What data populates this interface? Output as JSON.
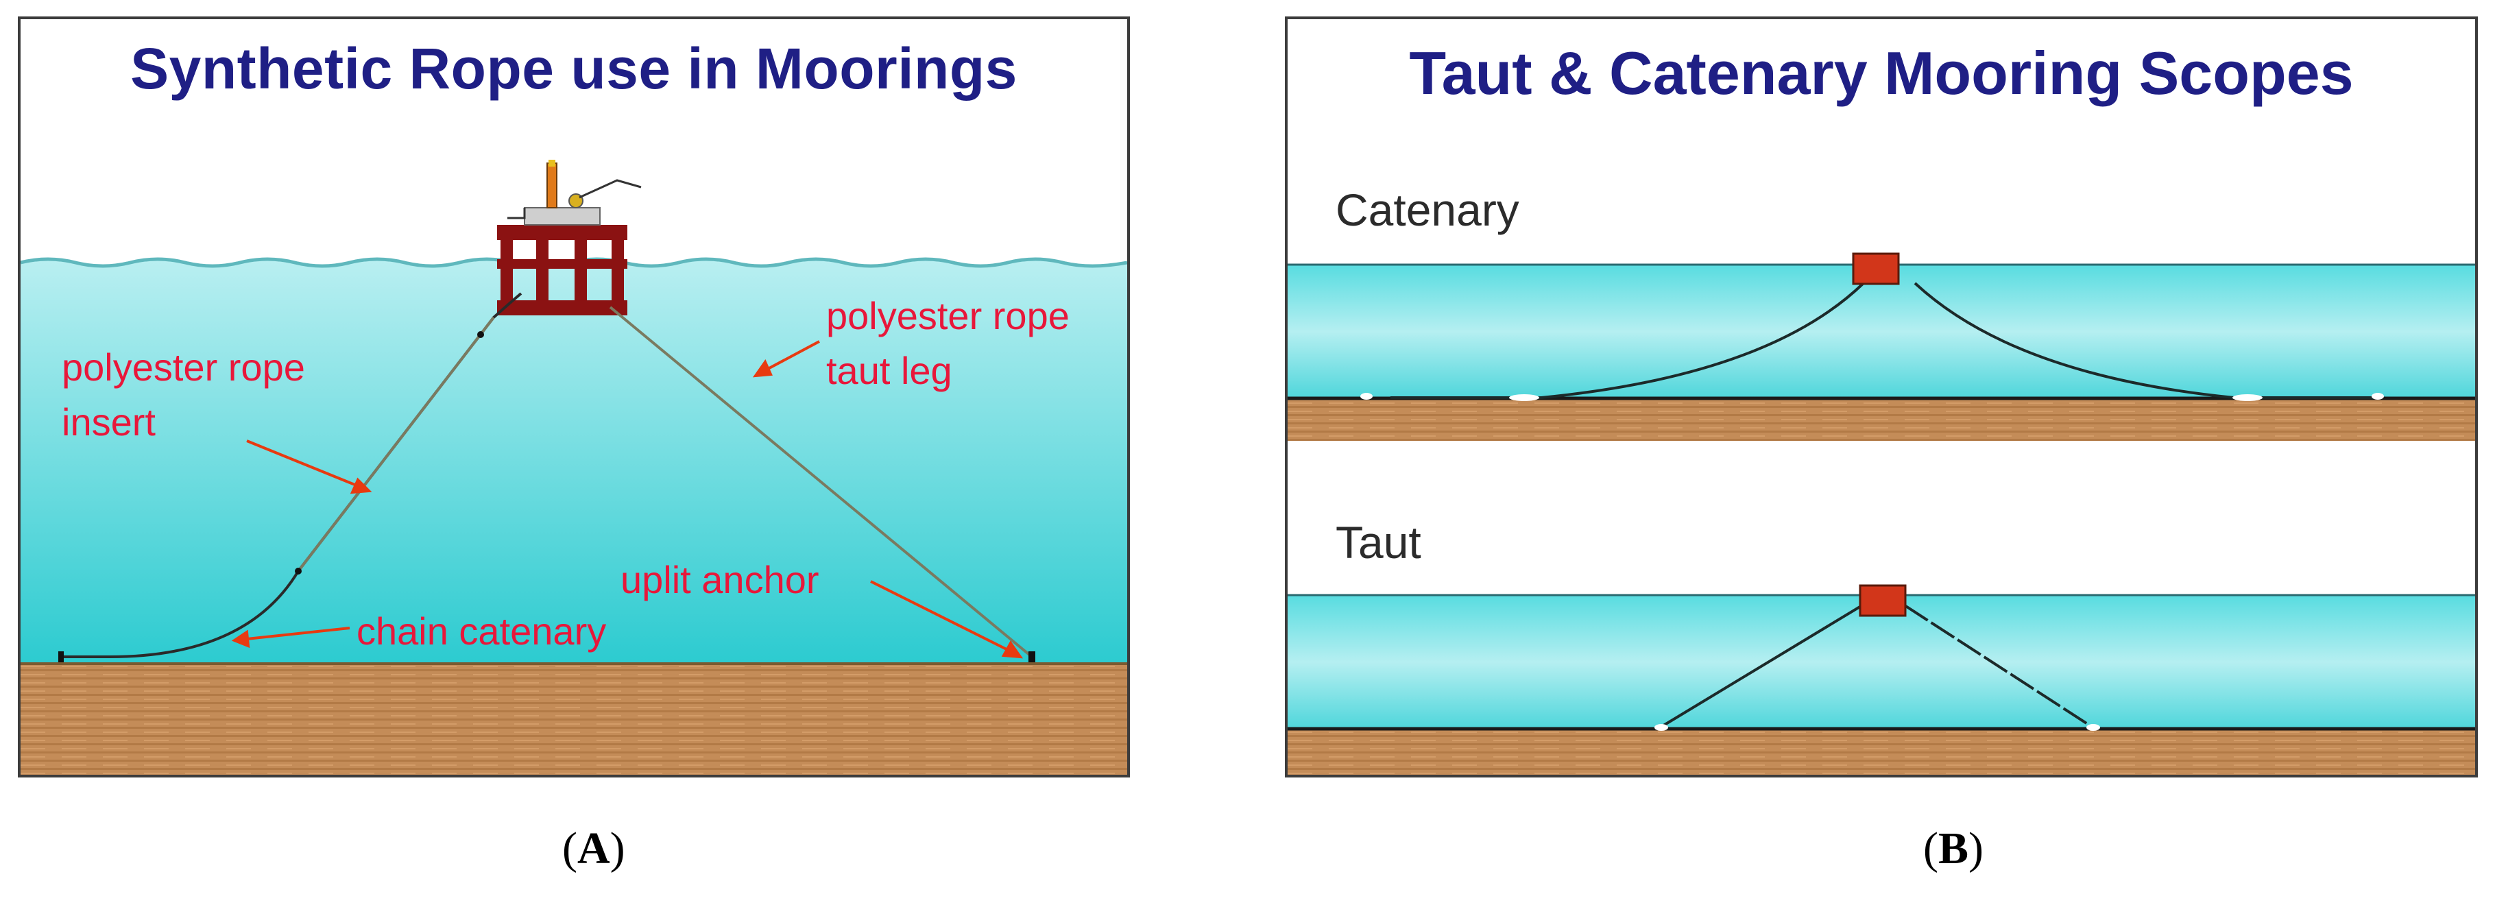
{
  "panel_a": {
    "title": "Synthetic Rope use in Moorings",
    "labels": {
      "polyester_insert_line1": "polyester rope",
      "polyester_insert_line2": "insert",
      "polyester_taut_line1": "polyester rope",
      "polyester_taut_line2": "taut leg",
      "uplift_anchor": "uplit anchor",
      "chain_catenary": "chain catenary"
    },
    "caption_open": "(",
    "caption_letter": "A",
    "caption_close": ")"
  },
  "panel_b": {
    "title": "Taut & Catenary Mooring Scopes",
    "catenary_label": "Catenary",
    "taut_label": "Taut",
    "caption_open": "(",
    "caption_letter": "B",
    "caption_close": ")"
  },
  "colors": {
    "title": "#1f1f85",
    "label_red": "#e8173a",
    "water_top": "#b6eef0",
    "water_bottom": "#29c9cf",
    "seabed": "#c08a55",
    "platform": "#8b1212",
    "buoy": "#d2361a"
  }
}
